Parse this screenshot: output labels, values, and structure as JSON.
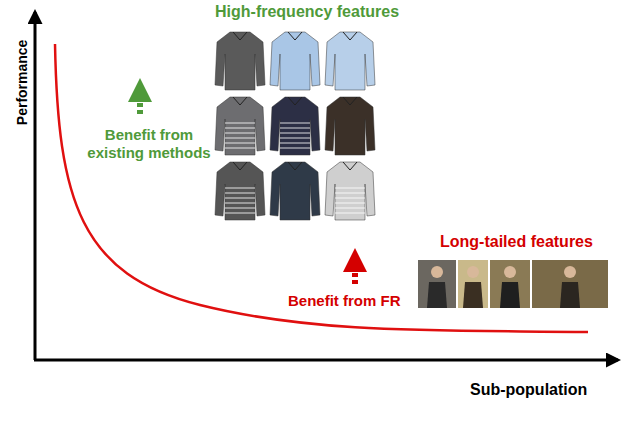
{
  "diagram": {
    "labels": [
      "High-frequency features",
      "Performance",
      "Benefit from existing methods",
      "Long-tailed features",
      "Benefit from FR",
      "Sub-population"
    ]
  }
}
